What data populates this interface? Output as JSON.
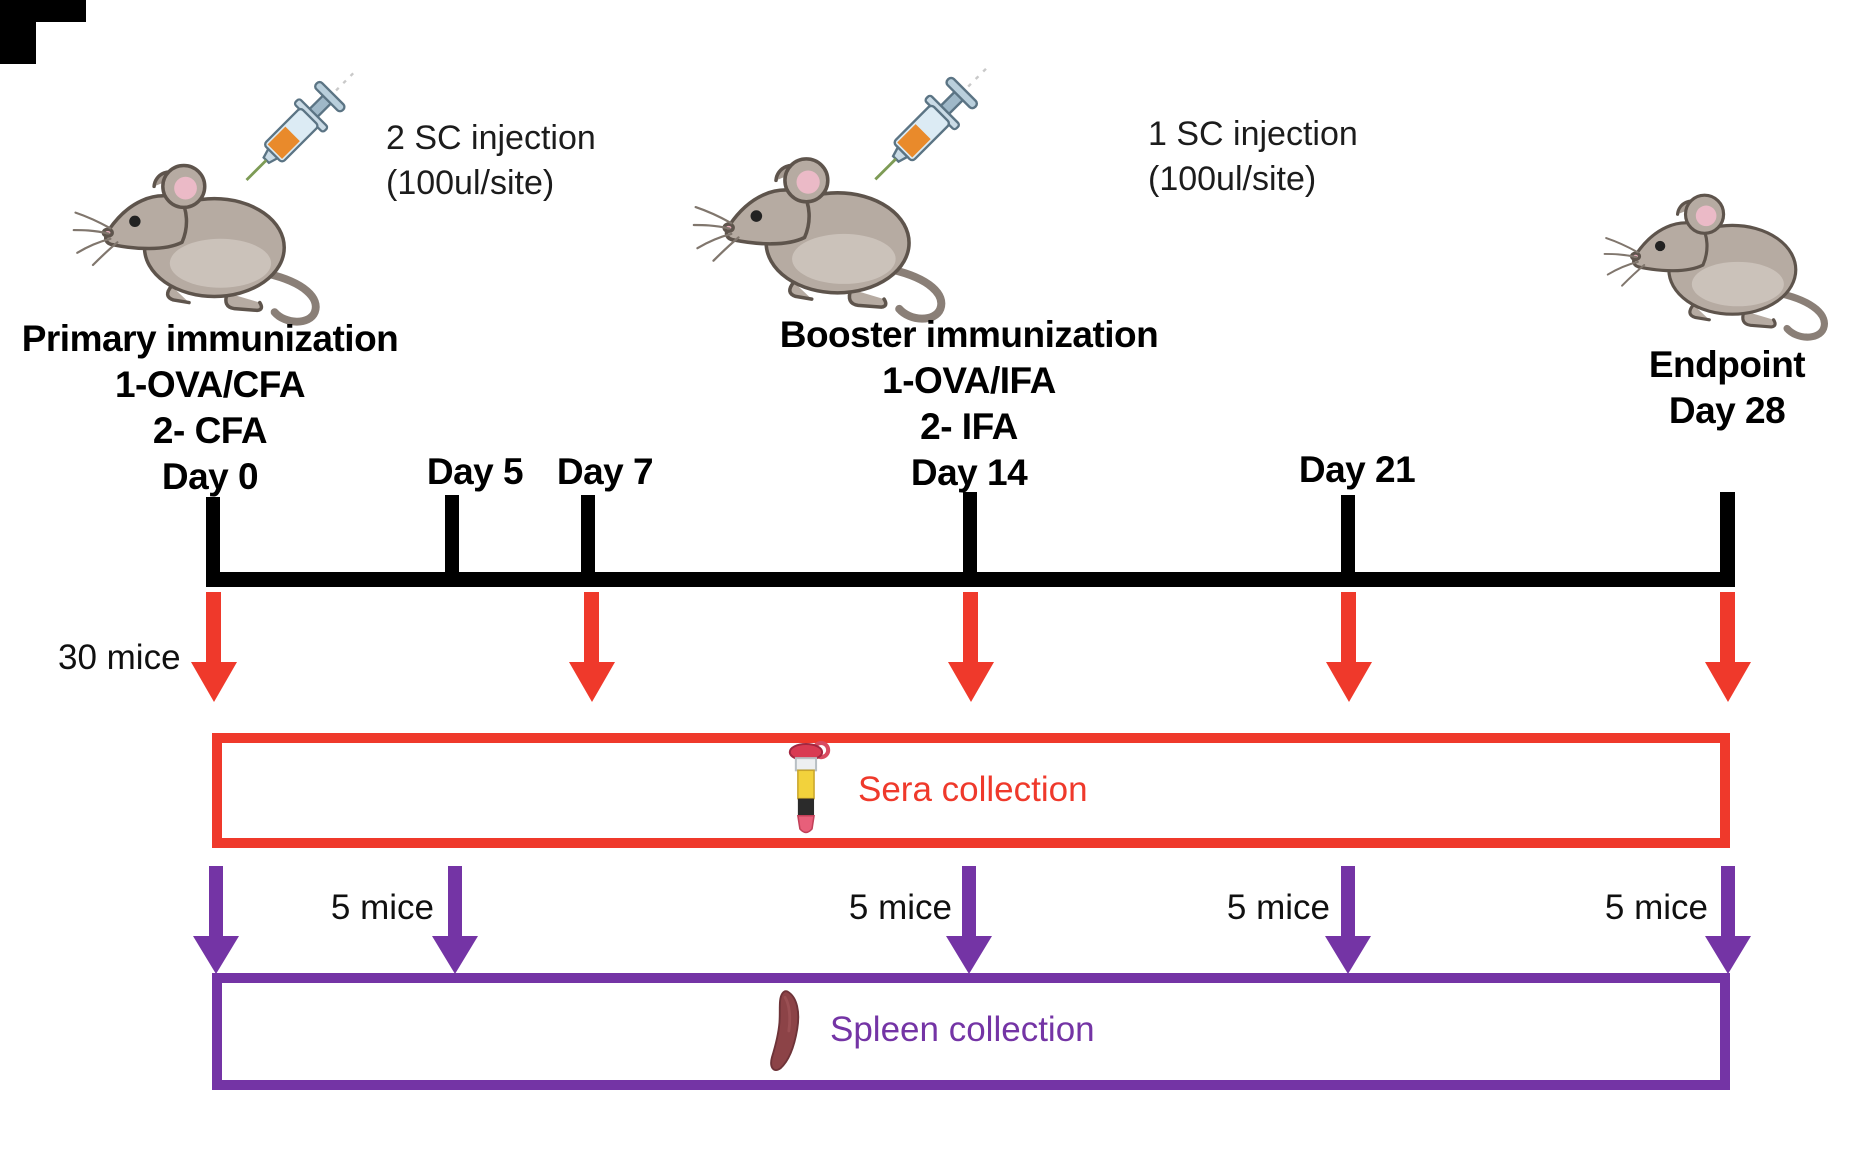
{
  "colors": {
    "red": "#EF392B",
    "purple": "#7434A5",
    "ink": "#111111"
  },
  "primary": {
    "injection_note_line1": "2 SC injection",
    "injection_note_line2": "(100ul/site)",
    "title": "Primary immunization",
    "item1": "1-OVA/CFA",
    "item2": "2- CFA",
    "day": "Day 0"
  },
  "booster": {
    "injection_note_line1": "1 SC injection",
    "injection_note_line2": "(100ul/site)",
    "title": "Booster immunization",
    "item1": "1-OVA/IFA",
    "item2": "2- IFA",
    "day": "Day 14"
  },
  "endpoint": {
    "title": "Endpoint",
    "day": "Day 28"
  },
  "timeline_labels": {
    "day5": "Day 5",
    "day7": "Day 7",
    "day21": "Day 21"
  },
  "cohort": {
    "total": "30 mice",
    "per_group": "5 mice"
  },
  "sera": {
    "label": "Sera collection"
  },
  "spleen": {
    "label": "Spleen collection"
  },
  "icons": {
    "mouse": "mouse-icon",
    "syringe": "syringe-icon",
    "sera_tube": "blood-collection-tube-icon",
    "spleen": "spleen-organ-icon"
  }
}
